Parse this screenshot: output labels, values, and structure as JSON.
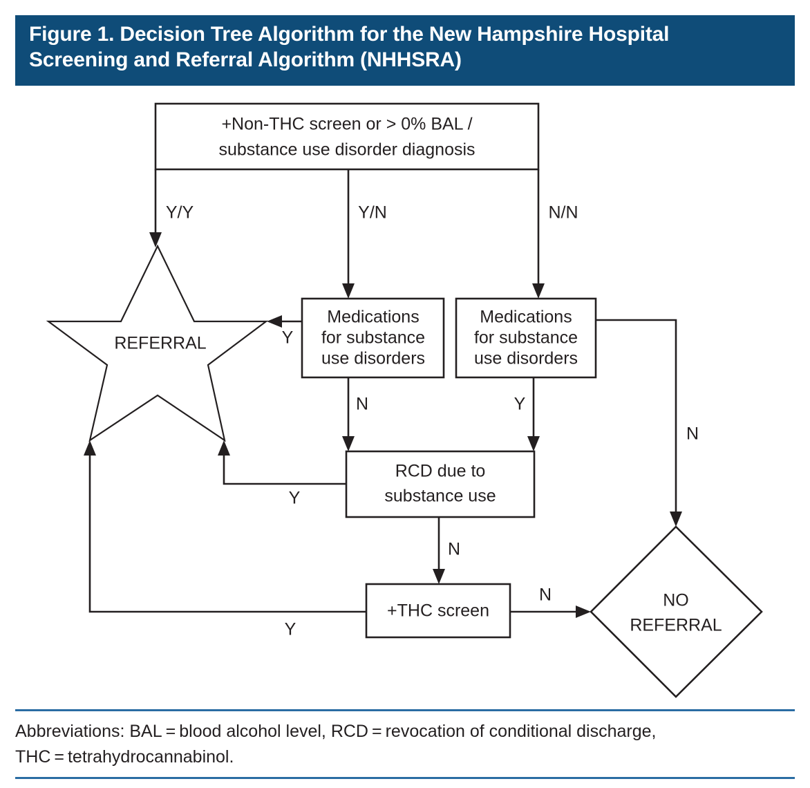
{
  "figure": {
    "title": "Figure 1. Decision Tree Algorithm for the New Hampshire Hospital\nScreening and Referral Algorithm (NHHSRA)",
    "header_color": "#0f4c78",
    "rule_color": "#2a6ca3",
    "line_color": "#231f20",
    "background_color": "#ffffff"
  },
  "chart_data": {
    "type": "diagram",
    "subtype": "decision-tree-flowchart",
    "title": "Figure 1. Decision Tree Algorithm for the New Hampshire Hospital Screening and Referral Algorithm (NHHSRA)",
    "nodes": [
      {
        "id": "root",
        "shape": "rect",
        "label": "+Non-THC screen or > 0% BAL /\nsubstance use disorder diagnosis",
        "lines": [
          "+Non-THC screen or > 0% BAL /",
          "substance use disorder diagnosis"
        ]
      },
      {
        "id": "referral",
        "shape": "star",
        "label": "REFERRAL",
        "lines": [
          "REFERRAL"
        ]
      },
      {
        "id": "mat-left",
        "shape": "rect",
        "label": "Medications for substance use disorders",
        "lines": [
          "Medications",
          "for substance",
          "use disorders"
        ]
      },
      {
        "id": "mat-right",
        "shape": "rect",
        "label": "Medications for substance use disorders",
        "lines": [
          "Medications",
          "for substance",
          "use disorders"
        ]
      },
      {
        "id": "rcd",
        "shape": "rect",
        "label": "RCD due to substance use",
        "lines": [
          "RCD due to",
          "substance use"
        ]
      },
      {
        "id": "thc",
        "shape": "rect",
        "label": "+THC screen",
        "lines": [
          "+THC screen"
        ]
      },
      {
        "id": "no-referral",
        "shape": "diamond",
        "label": "NO REFERRAL",
        "lines": [
          "NO",
          "REFERRAL"
        ]
      }
    ],
    "edges": [
      {
        "from": "root",
        "to": "referral",
        "label": "Y/Y"
      },
      {
        "from": "root",
        "to": "mat-left",
        "label": "Y/N"
      },
      {
        "from": "root",
        "to": "mat-right",
        "label": "N/N"
      },
      {
        "from": "mat-left",
        "to": "referral",
        "label": "Y"
      },
      {
        "from": "mat-left",
        "to": "rcd",
        "label": "N"
      },
      {
        "from": "mat-right",
        "to": "rcd",
        "label": "Y"
      },
      {
        "from": "mat-right",
        "to": "no-referral",
        "label": "N"
      },
      {
        "from": "rcd",
        "to": "referral",
        "label": "Y"
      },
      {
        "from": "rcd",
        "to": "thc",
        "label": "N"
      },
      {
        "from": "thc",
        "to": "referral",
        "label": "Y"
      },
      {
        "from": "thc",
        "to": "no-referral",
        "label": "N"
      }
    ]
  },
  "labels": {
    "root_line1": "+Non-THC screen or > 0% BAL /",
    "root_line2": "substance use disorder diagnosis",
    "referral": "REFERRAL",
    "mat_line1": "Medications",
    "mat_line2": "for substance",
    "mat_line3": "use disorders",
    "rcd_line1": "RCD due to",
    "rcd_line2": "substance use",
    "thc": "+THC screen",
    "no_referral_line1": "NO",
    "no_referral_line2": "REFERRAL"
  },
  "edge_labels": {
    "yy": "Y/Y",
    "yn": "Y/N",
    "nn": "N/N",
    "mat_left_yes": "Y",
    "mat_left_no": "N",
    "mat_right_yes": "Y",
    "mat_right_no": "N",
    "rcd_yes": "Y",
    "rcd_no": "N",
    "thc_yes": "Y",
    "thc_no": "N"
  },
  "footnote": {
    "text": "Abbreviations: BAL = blood alcohol level, RCD = revocation of conditional discharge,\n   THC = tetrahydrocannabinol."
  }
}
